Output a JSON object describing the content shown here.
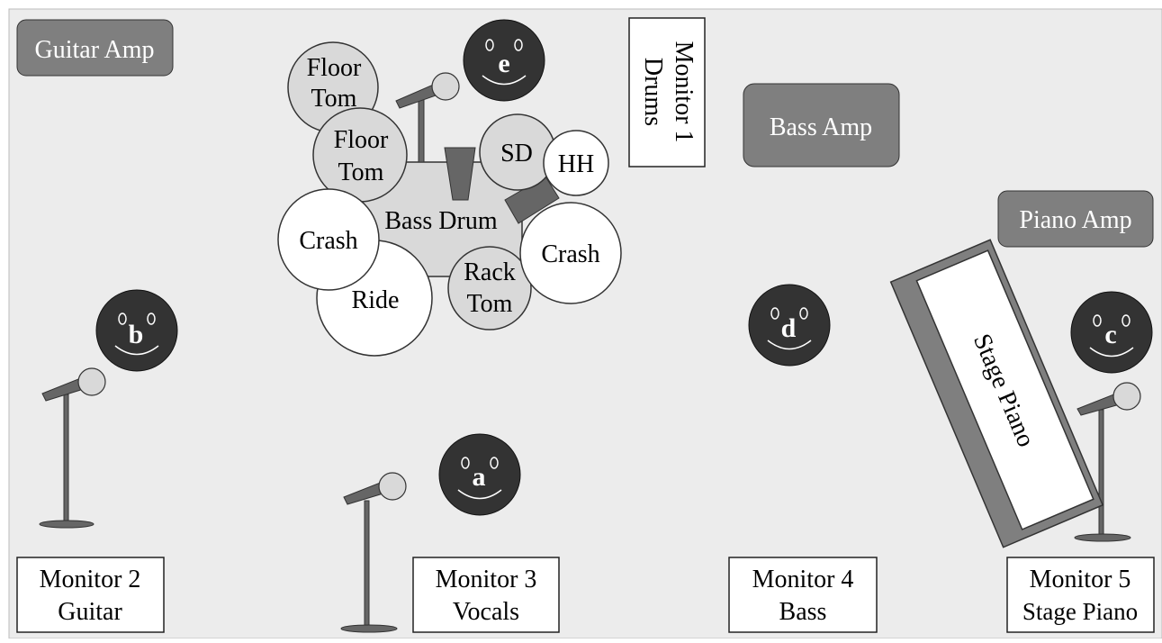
{
  "colors": {
    "floor": "#ececec",
    "amp": "#7f7f7f",
    "drum": "#d9d9d9",
    "cymbal": "#ffffff",
    "stand": "#666666",
    "performer": "#333333",
    "outline": "#222222"
  },
  "amps": {
    "guitar": "Guitar Amp",
    "bass": "Bass Amp",
    "piano": "Piano Amp"
  },
  "monitors": {
    "m1": [
      "Monitor 1",
      "Drums"
    ],
    "m2": [
      "Monitor 2",
      "Guitar"
    ],
    "m3": [
      "Monitor 3",
      "Vocals"
    ],
    "m4": [
      "Monitor 4",
      "Bass"
    ],
    "m5": [
      "Monitor 5",
      "Stage Piano"
    ]
  },
  "drums": {
    "floor_tom": [
      "Floor",
      "Tom"
    ],
    "rack_tom": [
      "Rack",
      "Tom"
    ],
    "snare": "SD",
    "hihat": "HH",
    "bass_drum": "Bass Drum",
    "crash": "Crash",
    "ride": "Ride"
  },
  "instrument": {
    "stage_piano": "Stage Piano"
  },
  "performers": {
    "a": "a",
    "b": "b",
    "c": "c",
    "d": "d",
    "e": "e"
  }
}
